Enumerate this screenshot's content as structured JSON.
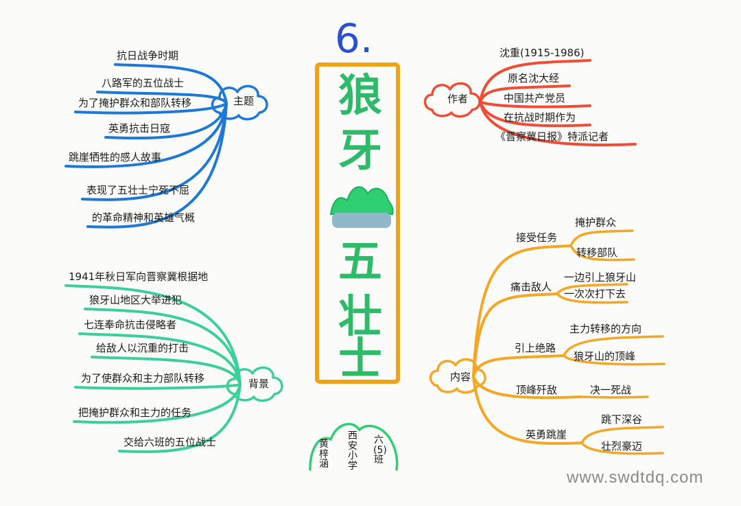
{
  "lesson_number": "6.",
  "title_chars": [
    "狼",
    "牙",
    "五",
    "壮",
    "士"
  ],
  "colors": {
    "blue": "#1e78d6",
    "red": "#ee4d36",
    "green": "#3ccf9a",
    "orange": "#f5a623",
    "title_green": "#2dbb6a",
    "frame_orange": "#f0a316",
    "mountain_green": "#2ecf72"
  },
  "branches": {
    "theme": {
      "hub": "主题",
      "items": [
        "抗日战争时期",
        "八路军的五位战士",
        "为了掩护群众和部队转移",
        "英勇抗击日寇",
        "跳崖牺牲的感人故事",
        "表现了五壮士宁死不屈",
        "的革命精神和英雄气概"
      ]
    },
    "author": {
      "hub": "作者",
      "items": [
        "沈重(1915-1986)",
        "原名沈大经",
        "中国共产党员",
        "在抗战时期作为",
        "《晋察冀日报》特派记者"
      ]
    },
    "background": {
      "hub": "背景",
      "items": [
        "1941年秋日军向晋察冀根据地",
        "狼牙山地区大举进犯",
        "七连奉命抗击侵略者",
        "给敌人以沉重的打击",
        "为了使群众和主力部队转移",
        "把掩护群众和主力的任务",
        "交给六班的五位战士"
      ]
    },
    "content": {
      "hub": "内容",
      "groups": [
        {
          "label": "接受任务",
          "subs": [
            "掩护群众",
            "转移部队"
          ]
        },
        {
          "label": "痛击敌人",
          "subs": [
            "一边引上狼牙山",
            "一次次打下去"
          ]
        },
        {
          "label": "引上绝路",
          "subs": [
            "主力转移的方向",
            "狼牙山的顶峰"
          ]
        },
        {
          "label": "顶峰歼敌",
          "subs": [
            "决一死战"
          ]
        },
        {
          "label": "英勇跳崖",
          "subs": [
            "跳下深谷",
            "壮烈豪迈"
          ]
        }
      ]
    }
  },
  "signature": {
    "name": "黄梓涵",
    "school": "西安小学",
    "class": "六(5)班"
  },
  "watermark": "www.swdtdq.com"
}
